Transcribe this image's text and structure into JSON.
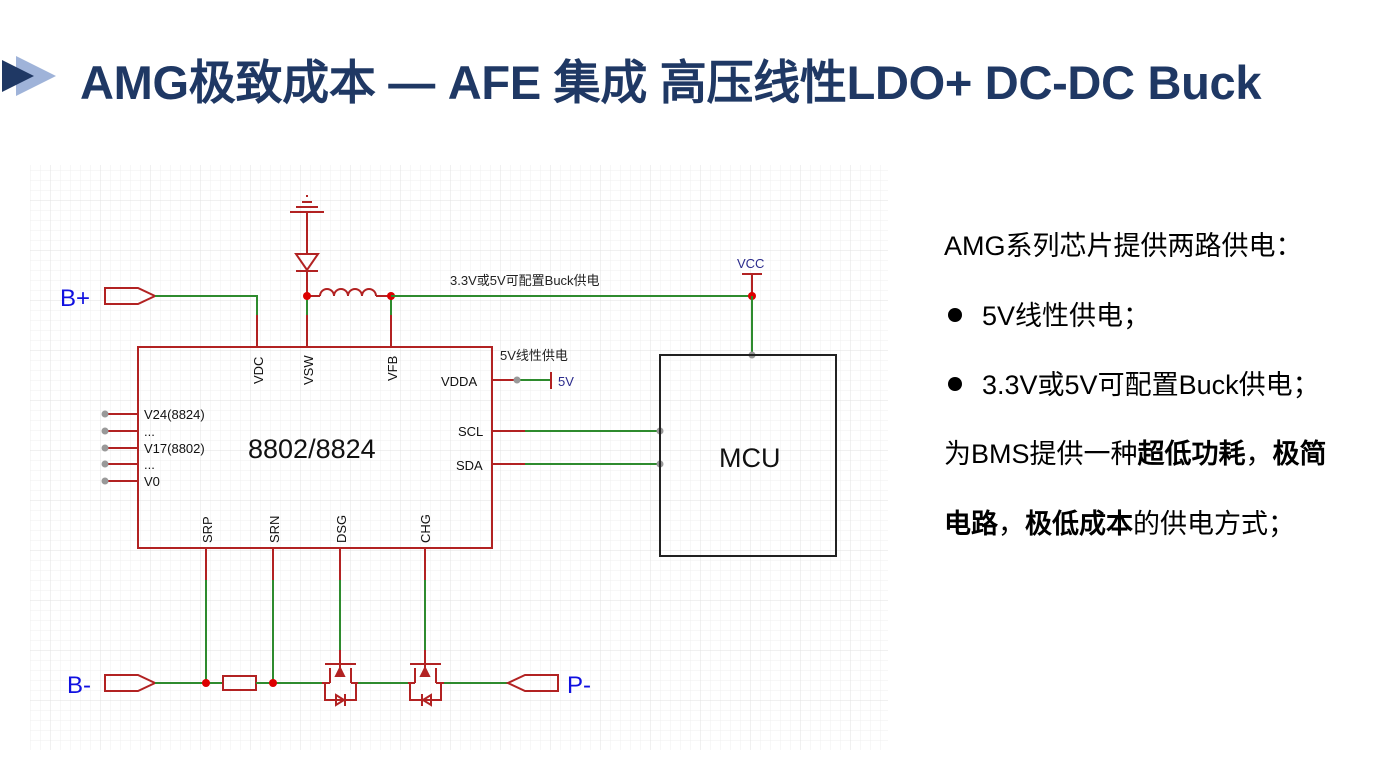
{
  "slide": {
    "title": "AMG极致成本 — AFE 集成 高压线性LDO+ DC-DC Buck",
    "title_icon": "double-play-arrow-icon",
    "colors": {
      "title": "#1f3864",
      "arrow_dark": "#1f3864",
      "arrow_light": "#9fb3d9",
      "wire_red": "#b22222",
      "wire_green": "#2e8b2e",
      "net_label_blue": "#1010e0",
      "power_label_navy": "#2b2b8c",
      "junction_red": "#dd0000",
      "pin_gray": "#999999"
    }
  },
  "schematic": {
    "ports": {
      "b_plus": "B+",
      "b_minus": "B-",
      "p_minus": "P-"
    },
    "buck_label": "3.3V或5V可配置Buck供电",
    "ldo_label": "5V线性供电",
    "vcc_label": "VCC",
    "vdda_power_label": "5V",
    "afe": {
      "name": "8802/8824",
      "top_pins": [
        "VDC",
        "VSW",
        "VFB"
      ],
      "right_pins": [
        "VDDA",
        "SCL",
        "SDA"
      ],
      "bottom_pins": [
        "SRP",
        "SRN",
        "DSG",
        "CHG"
      ],
      "left_pins": [
        "V24(8824)",
        "...",
        "V17(8802)",
        "...",
        "V0"
      ]
    },
    "mcu": {
      "name": "MCU"
    },
    "components": [
      "ground-symbol",
      "diode",
      "inductor",
      "sense-resistor",
      "discharge-mosfet",
      "charge-mosfet"
    ]
  },
  "description": {
    "intro": "AMG系列芯片提供两路供电：",
    "bullets": [
      "5V线性供电；",
      "3.3V或5V可配置Buck供电；"
    ],
    "summary_parts": [
      {
        "text": "为BMS提供一种",
        "bold": false
      },
      {
        "text": "超低功耗",
        "bold": true
      },
      {
        "text": "，",
        "bold": false
      },
      {
        "text": "极简",
        "bold": true
      }
    ],
    "summary_parts_line2": [
      {
        "text": "电路",
        "bold": true
      },
      {
        "text": "，",
        "bold": false
      },
      {
        "text": "极低成本",
        "bold": true
      },
      {
        "text": "的供电方式；",
        "bold": false
      }
    ]
  }
}
